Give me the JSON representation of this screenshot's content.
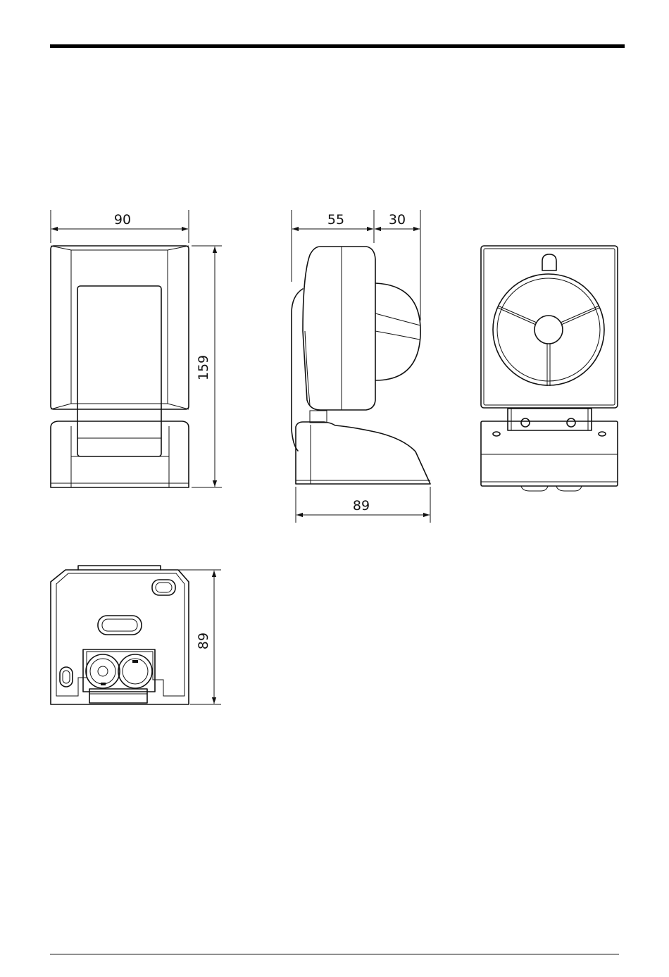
{
  "dimensions": {
    "front_width": "90",
    "front_height": "159",
    "side_depth_body": "55",
    "side_depth_dome": "30",
    "side_base_depth": "89",
    "bottom_depth": "89"
  }
}
